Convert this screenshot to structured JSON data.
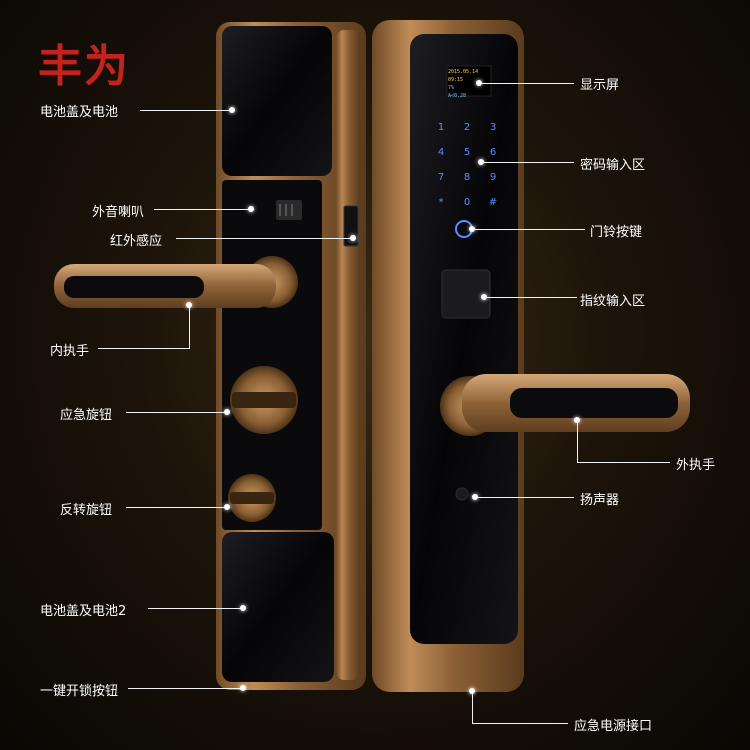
{
  "brand": "丰为",
  "labels": {
    "battery_cover": "电池盖及电池",
    "speaker_out": "外音喇叭",
    "ir_sensor": "红外感应",
    "inner_handle": "内执手",
    "emergency_knob": "应急旋钮",
    "reverse_knob": "反转旋钮",
    "battery_cover_2": "电池盖及电池2",
    "one_key_unlock": "一键开锁按钮",
    "display": "显示屏",
    "keypad": "密码输入区",
    "doorbell": "门铃按键",
    "fingerprint": "指纹输入区",
    "outer_handle": "外执手",
    "speaker": "扬声器",
    "emergency_power": "应急电源接口"
  },
  "screen": {
    "line1": "2015.05.14 09:15",
    "line2": "7%",
    "line3": "A<0.28"
  },
  "keys": [
    "1",
    "2",
    "3",
    "4",
    "5",
    "6",
    "7",
    "8",
    "9",
    "*",
    "0",
    "#"
  ],
  "colors": {
    "brand": "#c4231d",
    "bronze": "#a6794a",
    "panel": "#0b0b0d",
    "keypad_glow": "#3b6cff"
  }
}
